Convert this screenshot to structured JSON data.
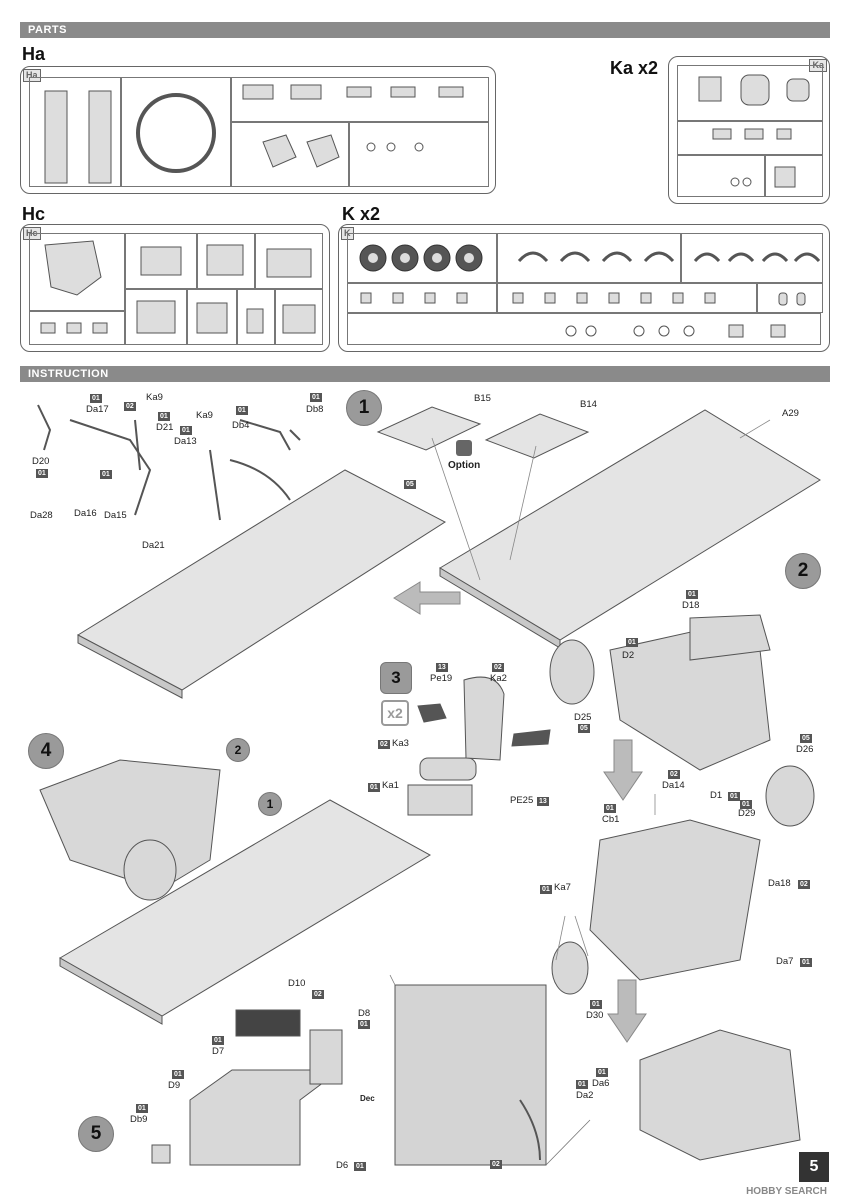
{
  "headers": {
    "parts": "PARTS",
    "instruction": "INSTRUCTION"
  },
  "sprues": {
    "ha": {
      "title": "Ha",
      "badge": "Ha"
    },
    "ka": {
      "title": "Ka x2",
      "badge": "Ka"
    },
    "hc": {
      "title": "Hc",
      "badge": "Hc"
    },
    "k": {
      "title": "K x2",
      "badge": "K"
    }
  },
  "steps": {
    "s1": "1",
    "s2": "2",
    "s3": "3",
    "s4": "4",
    "s5": "5",
    "x2": "x2",
    "ref1": "1",
    "ref2": "2",
    "option": "Option"
  },
  "labels": {
    "d20": "D20",
    "da17": "Da17",
    "ka9a": "Ka9",
    "ka9b": "Ka9",
    "db4": "Db4",
    "db8": "Db8",
    "d21": "D21",
    "da13": "Da13",
    "da28": "Da28",
    "da16": "Da16",
    "da15": "Da15",
    "da21": "Da21",
    "b15": "B15",
    "b14": "B14",
    "a29": "A29",
    "pe19": "Pe19",
    "ka2": "Ka2",
    "ka3": "Ka3",
    "ka1": "Ka1",
    "pe25": "PE25",
    "d18": "D18",
    "d2": "D2",
    "d25": "D25",
    "d26": "D26",
    "d1": "D1",
    "d29": "D29",
    "da14": "Da14",
    "cb1": "Cb1",
    "ka7": "Ka7",
    "da18": "Da18",
    "d30": "D30",
    "da7": "Da7",
    "da6": "Da6",
    "da2": "Da2",
    "d10": "D10",
    "d8": "D8",
    "d7": "D7",
    "d9": "D9",
    "db9": "Db9",
    "d6": "D6",
    "dec": "Dec"
  },
  "codes": {
    "c01": "01",
    "c02": "02",
    "c05": "05",
    "c13": "13"
  },
  "page": {
    "number": "5"
  },
  "watermark": "HOBBY SEARCH",
  "colors": {
    "header_bar": "#8a8a8a",
    "step_circle": "#9a9a9a",
    "code_badge": "#555555"
  }
}
